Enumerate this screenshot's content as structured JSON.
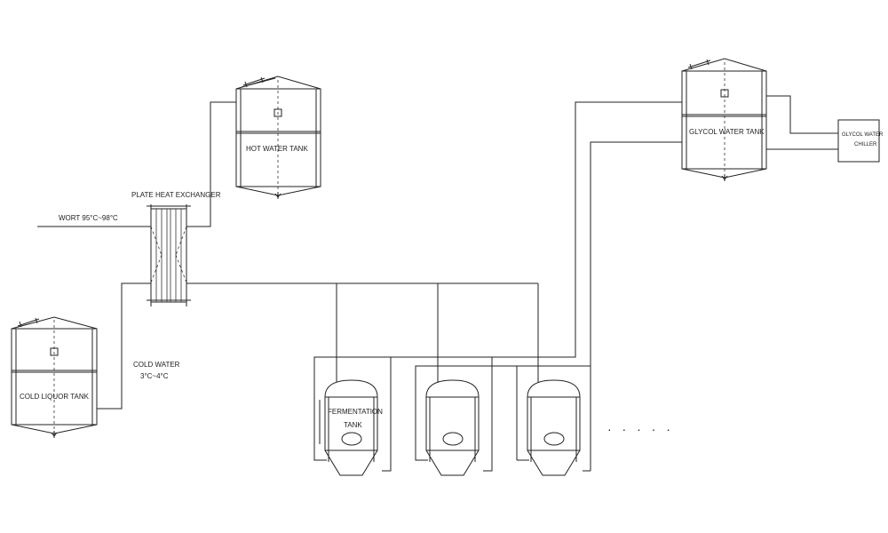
{
  "labels": {
    "hot_water_tank": "HOT WATER TANK",
    "glycol_water_tank": "GLYCOL WATER TANK",
    "glycol_chiller_line1": "GLYCOL WATER",
    "glycol_chiller_line2": "CHILLER",
    "plate_heat_exchanger": "PLATE HEAT EXCHANGER",
    "wort_inlet": "WORT 95°C~98°C",
    "cold_liquor_tank": "COLD LIQUOR TANK",
    "cold_water_line1": "COLD WATER",
    "cold_water_line2": "3°C~4°C",
    "fermentation_line1": "FERMENTATION",
    "fermentation_line2": "TANK",
    "continuation": "· · · · ·"
  },
  "icons": {
    "tank": "vertical-tank-icon",
    "fermenter": "conical-fermenter-icon",
    "exchanger": "plate-heat-exchanger-icon",
    "chiller": "chiller-box-icon"
  },
  "colors": {
    "line": "#222222",
    "background": "#ffffff"
  }
}
